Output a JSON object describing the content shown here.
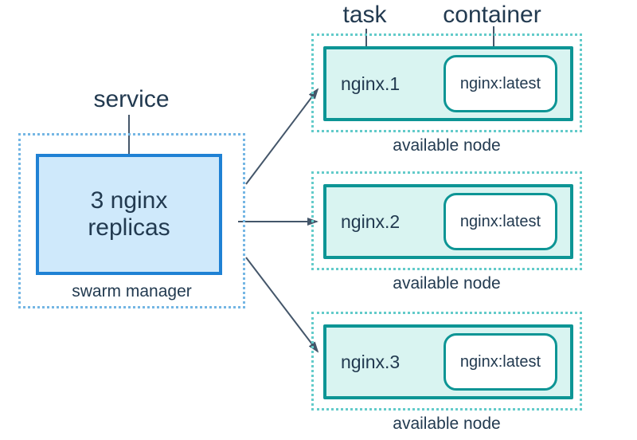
{
  "colors": {
    "text": "#223a50",
    "arrow": "#44566a",
    "service_border": "#1f81d4",
    "service_fill": "#cfe9fb",
    "service_dotted": "#74b6e4",
    "node_border": "#0d9595",
    "node_fill": "#d9f4f1",
    "node_dotted": "#63cbca",
    "container_fill": "#ffffff"
  },
  "labels": {
    "task": "task",
    "container": "container",
    "service": "service"
  },
  "service": {
    "replicas_text": "3 nginx\nreplicas",
    "caption": "swarm manager"
  },
  "nodes": [
    {
      "task": "nginx.1",
      "container": "nginx:latest",
      "caption": "available node"
    },
    {
      "task": "nginx.2",
      "container": "nginx:latest",
      "caption": "available node"
    },
    {
      "task": "nginx.3",
      "container": "nginx:latest",
      "caption": "available node"
    }
  ]
}
